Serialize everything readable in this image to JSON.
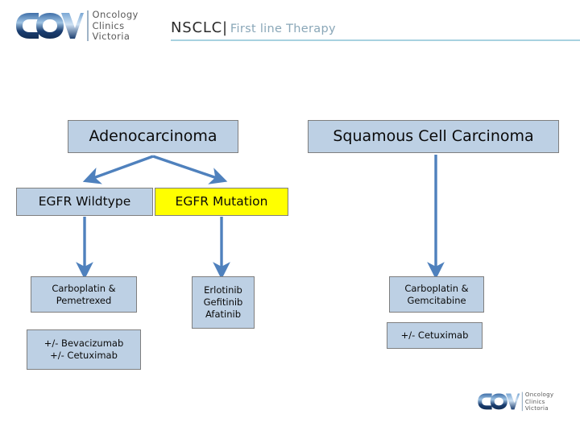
{
  "header": {
    "logo": {
      "mark_text": "ocv",
      "name_lines": [
        "Oncology",
        "Clinics",
        "Victoria"
      ],
      "icon": "ocv-logo-icon"
    },
    "title_main": "NSCLC|",
    "title_sub": "First line Therapy"
  },
  "footer": {
    "logo": {
      "mark_text": "ocv",
      "name_lines": [
        "Oncology",
        "Clinics",
        "Victoria"
      ],
      "icon": "ocv-logo-icon"
    }
  },
  "colors": {
    "box_fill": "#bdd0e4",
    "box_border": "#7f7f7f",
    "highlight_fill": "#ffff00",
    "arrow": "#4f81bd",
    "rule": "#a8d2e0",
    "title_main": "#2b2b2b",
    "title_sub": "#8aa7b8"
  },
  "chart_data": {
    "type": "diagram",
    "title": "NSCLC First line Therapy",
    "nodes": [
      {
        "id": "adenocarcinoma",
        "label": "Adenocarcinoma",
        "level": 1,
        "highlight": false
      },
      {
        "id": "squamous",
        "label": "Squamous Cell Carcinoma",
        "level": 1,
        "highlight": false
      },
      {
        "id": "egfr_wildtype",
        "label": "EGFR Wildtype",
        "level": 2,
        "highlight": false
      },
      {
        "id": "egfr_mutation",
        "label": "EGFR Mutation",
        "level": 2,
        "highlight": true
      },
      {
        "id": "carboplatin_pemetrexed",
        "label": "Carboplatin &\nPemetrexed",
        "level": 3,
        "highlight": false
      },
      {
        "id": "bevacizumab_cetuximab",
        "label": "+/- Bevacizumab\n+/- Cetuximab",
        "level": 3,
        "highlight": false
      },
      {
        "id": "tki",
        "label": "Erlotinib\nGefitinib\nAfatinib",
        "level": 3,
        "highlight": false
      },
      {
        "id": "carboplatin_gemcitabine",
        "label": "Carboplatin &\nGemcitabine",
        "level": 3,
        "highlight": false
      },
      {
        "id": "cetuximab",
        "label": "+/- Cetuximab",
        "level": 3,
        "highlight": false
      }
    ],
    "edges": [
      {
        "from": "adenocarcinoma",
        "to": "egfr_wildtype",
        "style": "diagonal-arrow"
      },
      {
        "from": "adenocarcinoma",
        "to": "egfr_mutation",
        "style": "diagonal-arrow"
      },
      {
        "from": "egfr_wildtype",
        "to": "carboplatin_pemetrexed",
        "style": "vertical-arrow"
      },
      {
        "from": "egfr_mutation",
        "to": "tki",
        "style": "vertical-arrow"
      },
      {
        "from": "squamous",
        "to": "carboplatin_gemcitabine",
        "style": "vertical-arrow"
      }
    ]
  },
  "boxes": {
    "adenocarcinoma": "Adenocarcinoma",
    "squamous": "Squamous Cell Carcinoma",
    "egfr_wildtype": "EGFR Wildtype",
    "egfr_mutation": "EGFR Mutation",
    "carboplatin_pemetrexed": "Carboplatin &\nPemetrexed",
    "bevacizumab_cetuximab": "+/- Bevacizumab\n+/- Cetuximab",
    "tki": "Erlotinib\nGefitinib\nAfatinib",
    "carboplatin_gemcitabine": "Carboplatin &\nGemcitabine",
    "cetuximab": "+/- Cetuximab"
  }
}
